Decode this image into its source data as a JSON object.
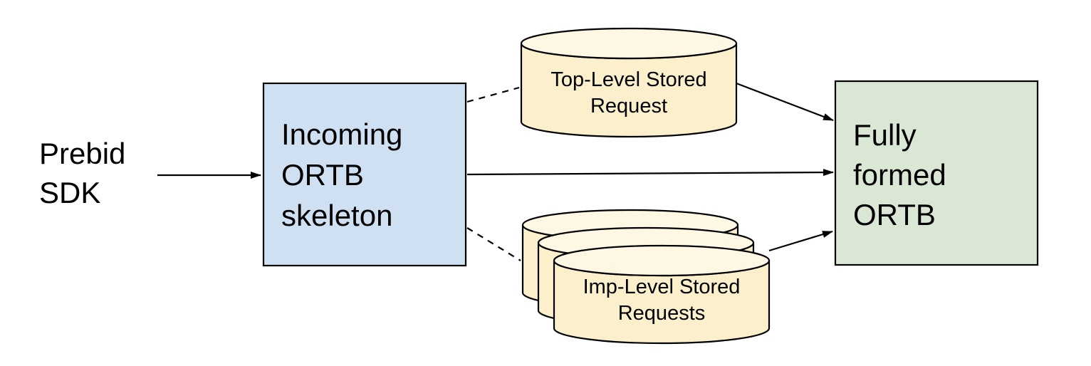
{
  "diagram": {
    "background": "#ffffff",
    "colors": {
      "stroke": "#000000",
      "text": "#000000",
      "box_blue": "#cfe0f2",
      "box_green": "#d9e7d4",
      "cylinder_body": "#fbefcc",
      "cylinder_top": "#fdf7e3"
    },
    "nodes": {
      "prebid_sdk": {
        "shape": "text",
        "label": "Prebid SDK",
        "lines": [
          "Prebid",
          "SDK"
        ]
      },
      "incoming_ortb": {
        "shape": "rectangle",
        "label": "Incoming ORTB skeleton",
        "lines": [
          "Incoming",
          "ORTB",
          "skeleton"
        ],
        "fill": "#cfe0f2",
        "border": "#000000"
      },
      "top_level_stored_request": {
        "shape": "cylinder",
        "label": "Top-Level Stored Request",
        "lines": [
          "Top-Level Stored",
          "Request"
        ],
        "fill": "#fbefcc",
        "top_fill": "#fdf7e3",
        "border": "#000000"
      },
      "imp_level_stored_requests": {
        "shape": "cylinder-stack",
        "count": 3,
        "label": "Imp-Level Stored Requests",
        "lines": [
          "Imp-Level Stored",
          "Requests"
        ],
        "fill": "#fbefcc",
        "top_fill": "#fdf7e3",
        "border": "#000000"
      },
      "fully_formed_ortb": {
        "shape": "rectangle",
        "label": "Fully formed ORTB",
        "lines": [
          "Fully",
          "formed",
          "ORTB"
        ],
        "fill": "#d9e7d4",
        "border": "#000000"
      }
    },
    "edges": [
      {
        "from": "prebid_sdk",
        "to": "incoming_ortb",
        "style": "solid",
        "arrowhead": true
      },
      {
        "from": "incoming_ortb",
        "to": "top_level_stored_request",
        "style": "dashed",
        "arrowhead": false
      },
      {
        "from": "top_level_stored_request",
        "to": "fully_formed_ortb",
        "style": "solid",
        "arrowhead": true
      },
      {
        "from": "incoming_ortb",
        "to": "fully_formed_ortb",
        "style": "solid",
        "arrowhead": true
      },
      {
        "from": "incoming_ortb",
        "to": "imp_level_stored_requests",
        "style": "dashed",
        "arrowhead": false
      },
      {
        "from": "imp_level_stored_requests",
        "to": "fully_formed_ortb",
        "style": "solid",
        "arrowhead": true
      }
    ]
  }
}
